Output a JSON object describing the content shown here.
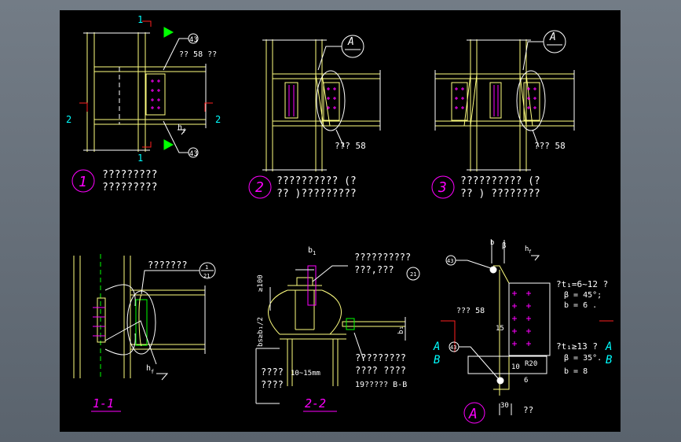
{
  "colors": {
    "steel": "#ffff80",
    "white": "#ffffff",
    "cyan": "#00ffff",
    "magenta": "#ff00ff",
    "red": "#ff2020",
    "green": "#00ff00",
    "bg": "#000000"
  },
  "details": {
    "d1": {
      "num": "1",
      "caption1": "?????????",
      "caption2": "?????????",
      "sec_mark": "1",
      "sec_mark_bottom": "1",
      "side_mark": "2",
      "bubble": "43",
      "bubble2": "43",
      "weld_note": "?? 58 ??",
      "ht": "h",
      "ht_sub": "f"
    },
    "d2": {
      "num": "2",
      "caption1": "??????????   (?",
      "caption2": "?? )?????????",
      "ref_letter": "A",
      "note": "??? 58"
    },
    "d3": {
      "num": "3",
      "caption1": "??????????   (?",
      "caption2": "?? ) ????????",
      "ref_letter": "A",
      "note": "??? 58"
    },
    "s11": {
      "title": "1-1",
      "note": "???????",
      "bubble_top": "1",
      "bubble_bot": "21",
      "ht": "h",
      "ht_sub": "f"
    },
    "s22": {
      "title": "2-2",
      "note1": "??????????",
      "note2": "???,???",
      "bubble": "21",
      "b1": "b",
      "b1_sub": "1",
      "dim_100": "≥100",
      "dim_bs": "bs≥b₁/2",
      "dim_b1": "b₁",
      "lower_note1": "????",
      "lower_note2": "????",
      "lower_range": "10~15mm",
      "right_note1": "?????????",
      "right_note2": "???? ????",
      "right_note3": "19?????  B-B"
    },
    "dA": {
      "label": "A",
      "bubble1": "43",
      "bubble2": "43",
      "b": "b",
      "beta": "β",
      "ht": "h",
      "ht_sub": "f",
      "note58": "??? 58",
      "note_t1a": "?t₁=6~12 ?",
      "beta45": "β = 45°;",
      "b6": "b = 6 .",
      "note_t1b": "?t₁≥13 ?",
      "beta35": "β = 35°.",
      "b8": "b = 8",
      "dim15": "15",
      "dim10": "10",
      "r20": "R20",
      "dim6": "6",
      "dim30": "30",
      "dim_q": "??",
      "AB_left_A": "A",
      "AB_left_B": "B",
      "AB_right_A": "A",
      "AB_right_B": "B"
    }
  }
}
